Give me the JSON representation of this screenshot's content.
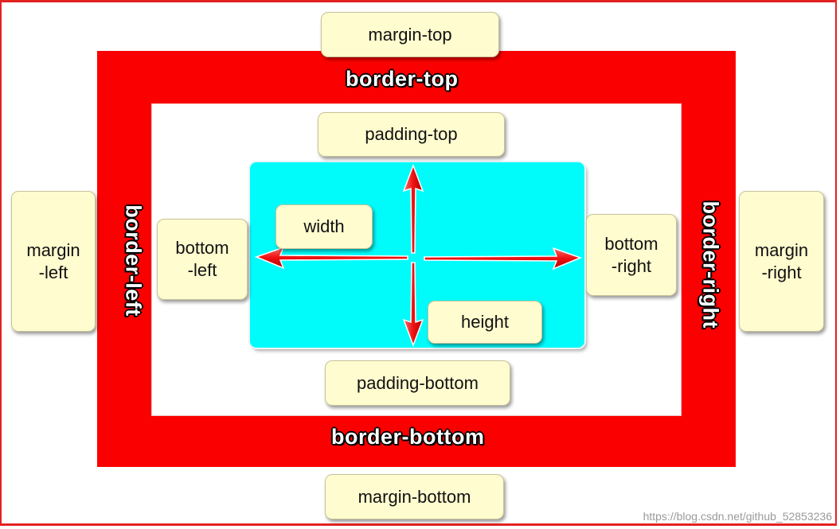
{
  "labels": {
    "margin_top": "margin-top",
    "margin_bottom": "margin-bottom",
    "margin_left": "margin\n-left",
    "margin_right": "margin\n-right",
    "border_top": "border-top",
    "border_bottom": "border-bottom",
    "border_left": "border-left",
    "border_right": "border-right",
    "padding_top": "padding-top",
    "padding_bottom": "padding-bottom",
    "padding_left": "bottom\n   -left",
    "padding_right": "bottom\n   -right",
    "width": "width",
    "height": "height"
  },
  "watermark": "https://blog.csdn.net/github_52853236",
  "colors": {
    "border": "#fb0000",
    "content": "#00fbfb",
    "label_bg": "#fffccf",
    "arrow": "#ee1111"
  },
  "icons": {
    "arrows": [
      "arrow-up-icon",
      "arrow-down-icon",
      "arrow-left-icon",
      "arrow-right-icon"
    ]
  }
}
